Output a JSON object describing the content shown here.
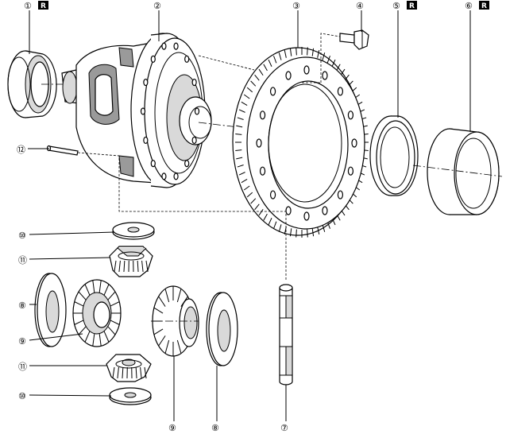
{
  "callouts": [
    {
      "id": "c1",
      "label": "①",
      "badge": "R"
    },
    {
      "id": "c2",
      "label": "②"
    },
    {
      "id": "c3",
      "label": "③"
    },
    {
      "id": "c4",
      "label": "④"
    },
    {
      "id": "c5",
      "label": "⑤",
      "badge": "R"
    },
    {
      "id": "c6",
      "label": "⑥",
      "badge": "R"
    },
    {
      "id": "c7",
      "label": "⑦"
    },
    {
      "id": "c8a",
      "label": "⑧"
    },
    {
      "id": "c8b",
      "label": "⑧"
    },
    {
      "id": "c9a",
      "label": "⑨"
    },
    {
      "id": "c9b",
      "label": "⑨"
    },
    {
      "id": "c10a",
      "label": "⑩"
    },
    {
      "id": "c10b",
      "label": "⑩"
    },
    {
      "id": "c11a",
      "label": "⑪"
    },
    {
      "id": "c11b",
      "label": "⑪"
    },
    {
      "id": "c12",
      "label": "⑫"
    }
  ]
}
